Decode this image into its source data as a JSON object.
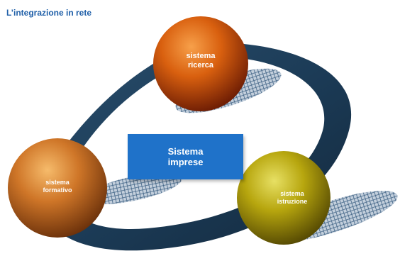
{
  "title": "L’integrazione in rete",
  "center": {
    "label": "Sistema\nimprese"
  },
  "nodes": {
    "ricerca": {
      "label": "sistema\nricerca",
      "color": "#c2480d"
    },
    "formativo": {
      "label": "sistema\nformativo",
      "color": "#b8641e"
    },
    "istruzione": {
      "label": "sistema\nistruzione",
      "color": "#a39209"
    }
  },
  "colors": {
    "title": "#1f5fa8",
    "ring": "#1e3d57",
    "center_box": "#1f72c9",
    "shadow_hatch": "#3b5f82"
  }
}
